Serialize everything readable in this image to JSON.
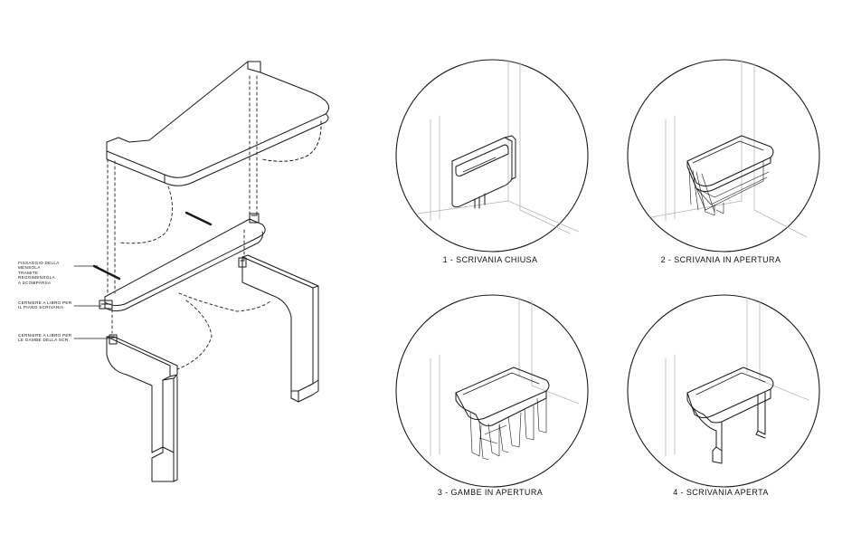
{
  "exploded_view": {
    "labels": [
      "Fissaggio della mensola\ntramite reggimensola\na scomparsa",
      "Cerniere a libro per\nil piano scrivania",
      "Cerniere a libro per\nle gambe della scr."
    ]
  },
  "steps": [
    {
      "caption": "1 - SCRIVANIA CHIUSA"
    },
    {
      "caption": "2 - SCRIVANIA IN APERTURA"
    },
    {
      "caption": "3 - GAMBE IN APERTURA"
    },
    {
      "caption": "4 - SCRIVANIA APERTA"
    }
  ],
  "colors": {
    "line": "#1a1a1a",
    "light": "#b5b5b5"
  }
}
